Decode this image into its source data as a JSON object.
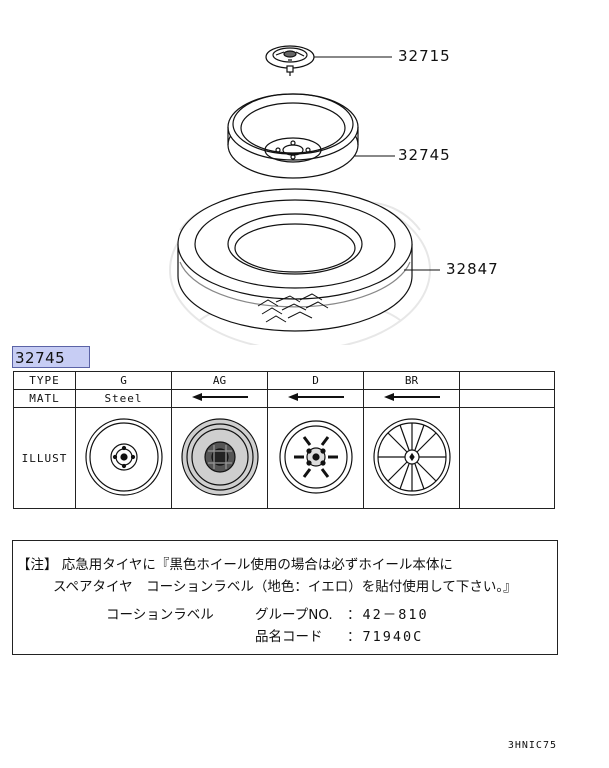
{
  "parts": {
    "hub_cap": "32715",
    "wheel": "32745",
    "tire": "32847"
  },
  "table": {
    "ref": "32745",
    "row_labels": {
      "type": "TYPE",
      "matl": "MATL",
      "illust": "ILLUST"
    },
    "types": [
      "G",
      "AG",
      "D",
      "BR"
    ],
    "matl_first": "Steel"
  },
  "note": {
    "line1": "【注】 応急用タイヤに『黒色ホイール使用の場合は必ずホイール本体に",
    "line2": "スペアタイヤ　コーションラベル（地色：イエロ）を貼付使用して下さい。』",
    "label_name": "コーションラベル",
    "group_label": "グループNO.",
    "group_value": "：42－810",
    "code_label": "品名コード",
    "code_value": "：71940C"
  },
  "diagram_code": "3HNIC75"
}
